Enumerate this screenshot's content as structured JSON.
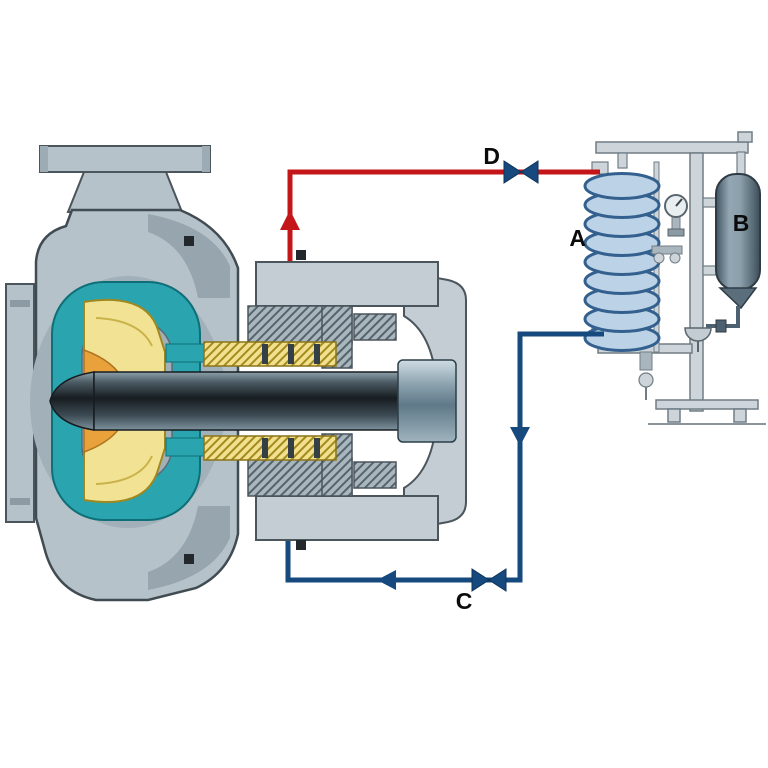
{
  "labels": {
    "cooler": "A",
    "reservoir": "B",
    "valve_bottom": "C",
    "valve_top": "D"
  },
  "colors": {
    "hot_line": "#c41518",
    "cold_line": "#16497e",
    "pump_casing": "#b6c2c9",
    "liner_teal": "#2aa4ae",
    "impeller_yellow": "#f2e394",
    "hub_orange": "#e9a23b",
    "cooler_coil": "#bcd2e6"
  }
}
